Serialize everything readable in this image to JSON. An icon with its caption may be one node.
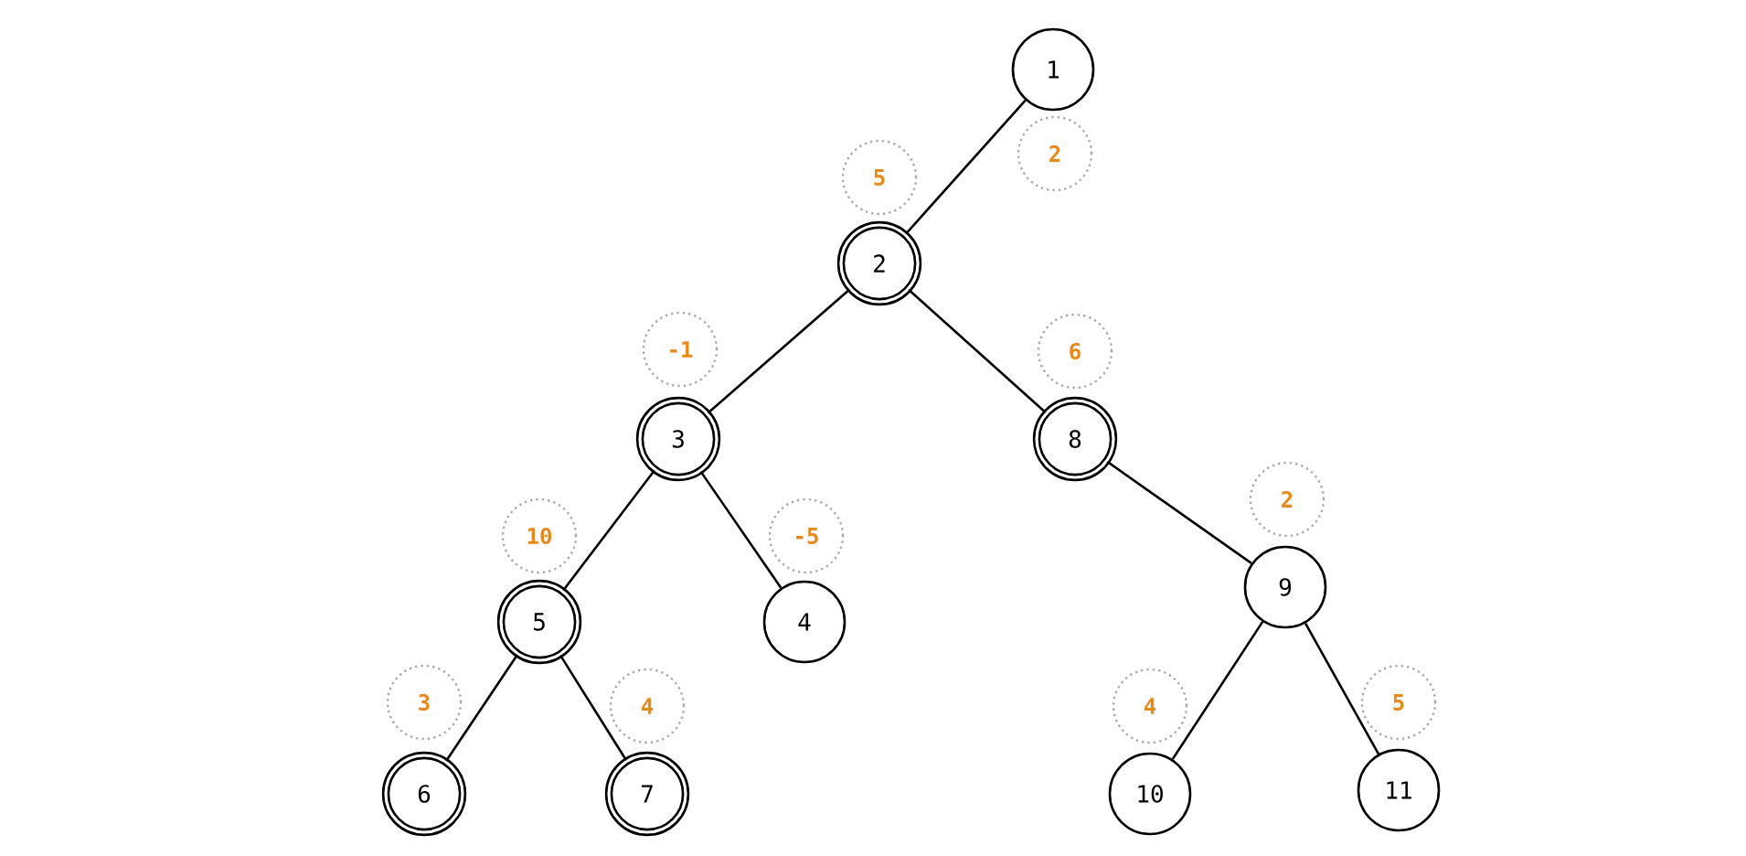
{
  "diagram": {
    "nodes": [
      {
        "text": [
          "1"
        ]
      },
      {
        "text": [
          "2"
        ]
      },
      {
        "text": [
          "3"
        ]
      },
      {
        "text": [
          "4"
        ]
      },
      {
        "text": [
          "5"
        ]
      },
      {
        "text": [
          "6"
        ]
      },
      {
        "text": [
          "7"
        ]
      },
      {
        "text": [
          "8"
        ]
      },
      {
        "text": [
          "9"
        ]
      },
      {
        "text": [
          "10"
        ]
      },
      {
        "text": [
          "11"
        ]
      },
      {
        "text": [
          "2"
        ]
      },
      {
        "text": [
          "5"
        ]
      },
      {
        "text": [
          "-1"
        ]
      },
      {
        "text": [
          "-5"
        ]
      },
      {
        "text": [
          "10"
        ]
      },
      {
        "text": [
          "3"
        ]
      },
      {
        "text": [
          "4"
        ]
      },
      {
        "text": [
          "6"
        ]
      },
      {
        "text": [
          "2"
        ]
      },
      {
        "text": [
          "4"
        ]
      },
      {
        "text": [
          "5"
        ]
      }
    ],
    "edges": [
      {
        "from": 0,
        "to": 1,
        "arrow": "none"
      },
      {
        "from": 1,
        "to": 2,
        "arrow": "none"
      },
      {
        "from": 1,
        "to": 7,
        "arrow": "none"
      },
      {
        "from": 2,
        "to": 4,
        "arrow": "none"
      },
      {
        "from": 2,
        "to": 3,
        "arrow": "none"
      },
      {
        "from": 7,
        "to": 8,
        "arrow": "none"
      },
      {
        "from": 4,
        "to": 5,
        "arrow": "none"
      },
      {
        "from": 4,
        "to": 6,
        "arrow": "none"
      },
      {
        "from": 8,
        "to": 9,
        "arrow": "none"
      },
      {
        "from": 8,
        "to": 10,
        "arrow": "none"
      }
    ]
  }
}
